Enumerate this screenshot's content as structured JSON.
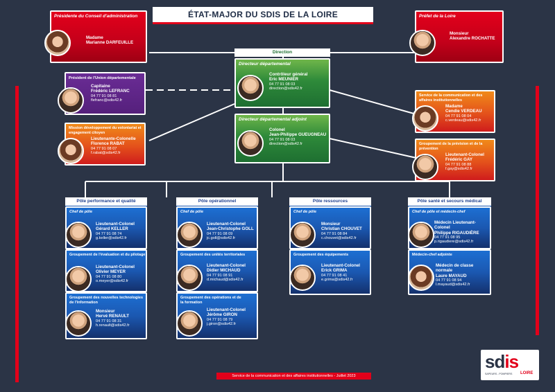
{
  "title": "ÉTAT-MAJOR DU SDIS DE LA LOIRE",
  "colors": {
    "background": "#2b3446",
    "accent": "#e2001a",
    "direction": "#2e8a3a",
    "poles": "#1b58b1",
    "mission": "#55207c"
  },
  "president": {
    "header": "Présidente du Conseil d'administration",
    "rank": "Madame",
    "name": "Marianne DARFEUILLE"
  },
  "prefet": {
    "header": "Préfet de la Loire",
    "rank": "Monsieur",
    "name": "Alexandre ROCHATTE"
  },
  "union": {
    "header": "Président de l'Union départementale",
    "rank": "Capitaine",
    "name": "Frédéric LEFRANC",
    "phone": "04 77 91 08 81",
    "email": "flefranc@sdis42.fr"
  },
  "volunteer": {
    "header": "Mission développement du volontariat et engagement citoyen",
    "rank": "Lieutenante-Colonelle",
    "name": "Florence RABAT",
    "phone": "04 77 91 08 07",
    "email": "f.rabat@sdis42.fr"
  },
  "direction": {
    "label": "Direction",
    "director": {
      "header": "Directeur départemental",
      "rank": "Contrôleur général",
      "name": "Eric MEUNIER",
      "phone": "04 77 91 08 03",
      "email": "direction@sdis42.fr"
    },
    "deputy": {
      "header": "Directeur départemental adjoint",
      "rank": "Colonel",
      "name": "Jean-Philippe GUEUGNEAU",
      "phone": "04 77 91 08 03",
      "email": "direction@sdis42.fr"
    }
  },
  "communication": {
    "header": "Service de la communication et des affaires institutionnelles",
    "rank": "Madame",
    "name": "Cendie VERDEAU",
    "phone": "04 77 91 08 04",
    "email": "c.verdeau@sdis42.fr"
  },
  "prevision": {
    "header": "Groupement de la prévision et de la prévention",
    "rank": "Lieutenant-Colonel",
    "name": "Frédéric GAY",
    "phone": "04 77 91 08 88",
    "email": "f.gay@sdis42.fr"
  },
  "poles": [
    {
      "label": "Pôle performance et qualité",
      "groups": [
        {
          "header": "Chef de pôle",
          "italic": true,
          "rank": "Lieutenant-Colonel",
          "name": "Gérard KELLER",
          "phone": "04 77 91 08 74",
          "email": "g.keller@sdis42.fr"
        },
        {
          "header": "Groupement de l'évaluation et du pilotage",
          "italic": false,
          "rank": "Lieutenant-Colonel",
          "name": "Olivier MEYER",
          "phone": "04 77 91 08 80",
          "email": "o.meyer@sdis42.fr"
        },
        {
          "header": "Groupement des nouvelles technologies de l'information",
          "italic": false,
          "rank": "Monsieur",
          "name": "Hervé RENAULT",
          "phone": "04 77 91 08 31",
          "email": "h.renault@sdis42.fr"
        }
      ]
    },
    {
      "label": "Pôle opérationnel",
      "groups": [
        {
          "header": "Chef de pôle",
          "italic": true,
          "rank": "Lieutenant-Colonel",
          "name": "Jean-Christophe GOLL",
          "phone": "04 77 91 08 09",
          "email": "jc.goll@sdis42.fr"
        },
        {
          "header": "Groupement des unités territoriales",
          "italic": false,
          "rank": "Lieutenant-Colonel",
          "name": "Didier MICHAUD",
          "phone": "04 77 91 08 91",
          "email": "d.michaud@sdis42.fr"
        },
        {
          "header": "Groupement des opérations et de la formation",
          "italic": false,
          "rank": "Lieutenant-Colonel",
          "name": "Jérôme GIRON",
          "phone": "04 77 91 08 79",
          "email": "j.giron@sdis42.fr"
        }
      ]
    },
    {
      "label": "Pôle ressources",
      "groups": [
        {
          "header": "Chef de pôle",
          "italic": true,
          "rank": "Monsieur",
          "name": "Christian CHOUVET",
          "phone": "04 77 91 08 84",
          "email": "c.chouvet@sdis42.fr"
        },
        {
          "header": "Groupement des équipements",
          "italic": false,
          "rank": "Lieutenant-Colonel",
          "name": "Erick GRIMA",
          "phone": "04 77 91 08 41",
          "email": "e.grima@sdis42.fr"
        }
      ]
    },
    {
      "label": "Pôle santé et secours médical",
      "groups": [
        {
          "header": "Chef de pôle et médecin-chef",
          "italic": true,
          "rank": "Médecin Lieutenant-Colonel",
          "name": "Philippe RIGAUDIÈRE",
          "phone": "04 77 91 08 95",
          "email": "p.rigaudiere@sdis42.fr"
        },
        {
          "header": "Médecin-chef adjointe",
          "italic": false,
          "rank": "Médecin de classe normale",
          "name": "Laure MAYAUD",
          "phone": "04 77 91 08 94",
          "email": "l.mayaud@sdis42.fr"
        }
      ]
    }
  ],
  "footer": "Service de la communication et des affaires institutionnelles - Juillet 2023",
  "logo": {
    "text_a": "sd",
    "text_b": "is",
    "tagline": "SAPEURS - POMPIERS",
    "region": "LOIRE"
  }
}
